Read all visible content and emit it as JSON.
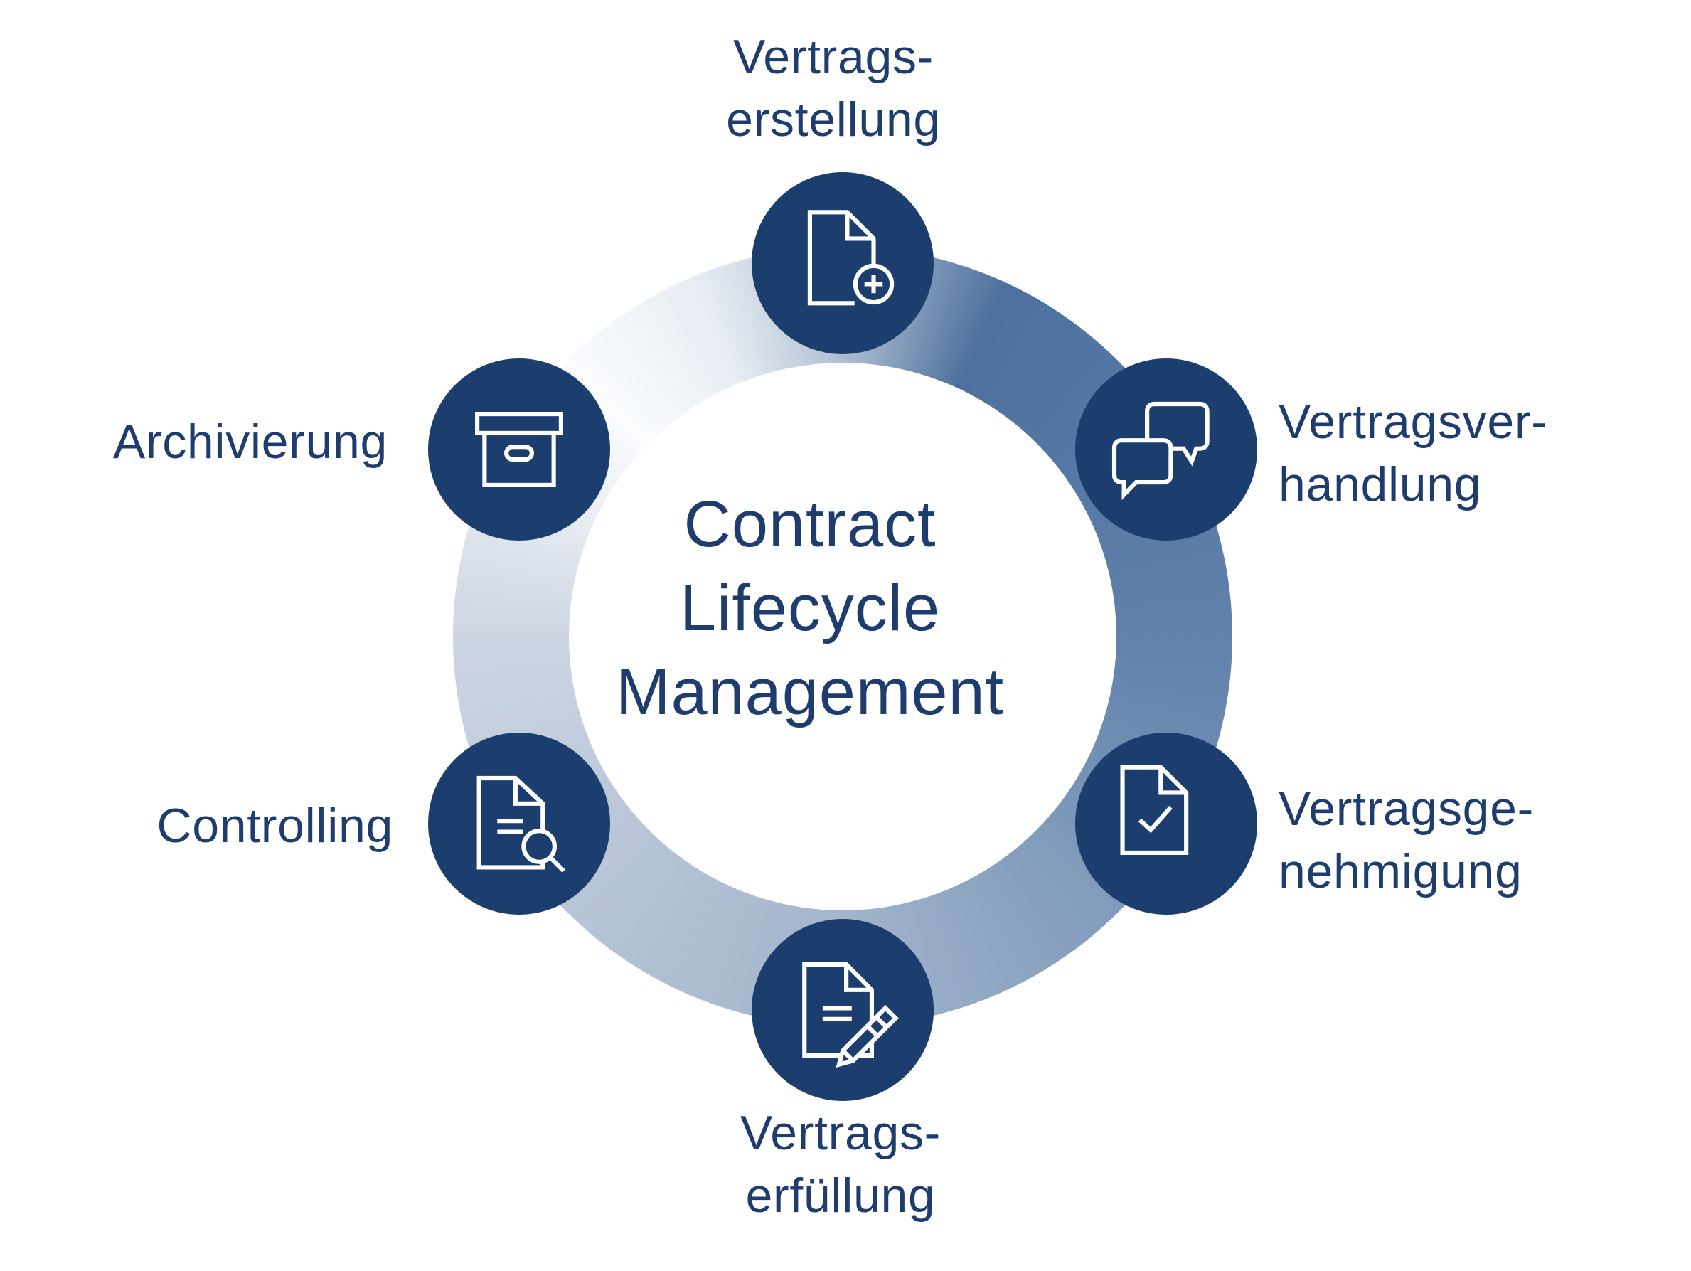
{
  "diagram": {
    "title_lines": [
      "Contract",
      "Lifecycle",
      "Management"
    ]
  },
  "stages": [
    {
      "name": "vertragserstellung",
      "lines": [
        "Vertrags-",
        "erstellung"
      ],
      "icon": "document-plus-icon"
    },
    {
      "name": "vertragsverhandlung",
      "lines": [
        "Vertragsver-",
        "handlung"
      ],
      "icon": "chat-bubbles-icon"
    },
    {
      "name": "vertragsgenehmigung",
      "lines": [
        "Vertragsge-",
        "nehmigung"
      ],
      "icon": "document-check-icon"
    },
    {
      "name": "vertragserfuellung",
      "lines": [
        "Vertrags-",
        "erfüllung"
      ],
      "icon": "document-pencil-icon"
    },
    {
      "name": "controlling",
      "lines": [
        "Controlling"
      ],
      "icon": "document-search-icon"
    },
    {
      "name": "archivierung",
      "lines": [
        "Archivierung"
      ],
      "icon": "archive-box-icon"
    }
  ],
  "colors": {
    "circle_fill": "#1b3e6e",
    "icon_stroke": "#ffffff",
    "text": "#1e3c6d",
    "ring_lightest": "#f9fbfd",
    "ring_left": "#ccd5e2",
    "ring_bottom": "#a2b5cc",
    "ring_right": "#5f81ab",
    "ring_darkest": "#4d709e"
  }
}
